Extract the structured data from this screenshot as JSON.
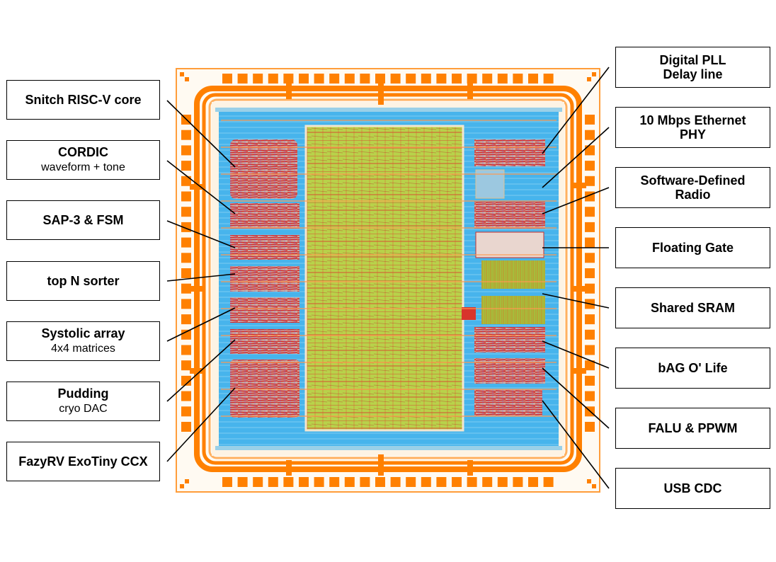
{
  "left_labels": [
    {
      "title": "Snitch RISC-V core",
      "sub": ""
    },
    {
      "title": "CORDIC",
      "sub": "waveform + tone"
    },
    {
      "title": "SAP-3 & FSM",
      "sub": ""
    },
    {
      "title": "top N sorter",
      "sub": ""
    },
    {
      "title": "Systolic array",
      "sub": "4x4 matrices"
    },
    {
      "title": "Pudding",
      "sub": "cryo DAC"
    },
    {
      "title": "FazyRV ExoTiny CCX",
      "sub": ""
    }
  ],
  "right_labels": [
    {
      "line1": "Digital PLL",
      "line2": "Delay line"
    },
    {
      "line1": "10 Mbps Ethernet",
      "line2": "PHY"
    },
    {
      "line1": "Software-Defined",
      "line2": "Radio"
    },
    {
      "line1": "Floating Gate",
      "line2": ""
    },
    {
      "line1": "Shared SRAM",
      "line2": ""
    },
    {
      "line1": "bAG O' Life",
      "line2": ""
    },
    {
      "line1": "FALU & PPWM",
      "line2": ""
    },
    {
      "line1": "USB CDC",
      "line2": ""
    }
  ],
  "colors": {
    "pad_orange": "#ff8000",
    "ring_orange": "#ff8c1a",
    "die_fill": "#fdf3e4",
    "core_blue": "#47b4ec",
    "logic_green": "#b8d24a",
    "logic_red": "#d8342c",
    "leader_line": "#000000"
  }
}
